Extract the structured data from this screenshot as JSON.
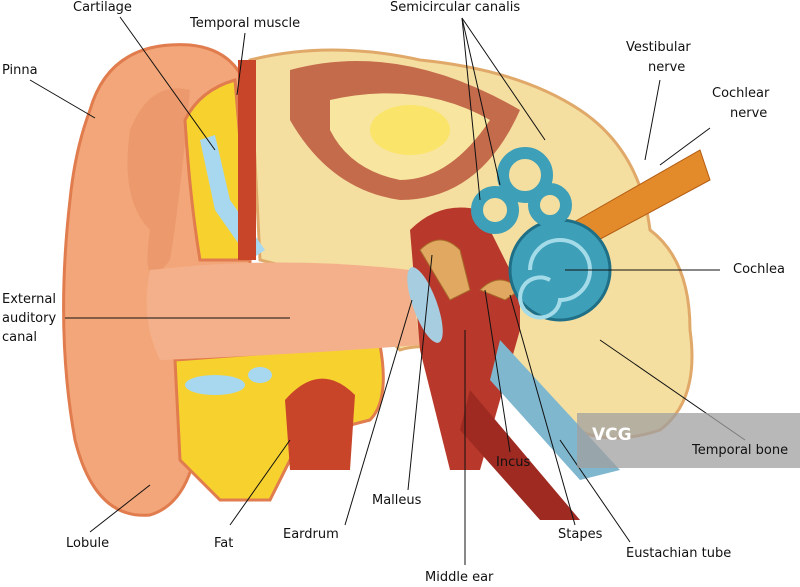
{
  "labels": {
    "cartilage": "Cartilage",
    "temporal_muscle": "Temporal muscle",
    "semicircular": "Semicircular canalis",
    "vestibular_1": "Vestibular",
    "vestibular_2": "nerve",
    "cochlear_1": "Cochlear",
    "cochlear_2": "nerve",
    "pinna": "Pinna",
    "cochlea": "Cochlea",
    "eac_1": "External",
    "eac_2": "auditory",
    "eac_3": "canal",
    "temporal_bone": "Temporal bone",
    "incus": "Incus",
    "malleus": "Malleus",
    "eardrum": "Eardrum",
    "stapes": "Stapes",
    "eustachian": "Eustachian tube",
    "lobule": "Lobule",
    "fat": "Fat",
    "middle_ear": "Middle ear"
  },
  "watermark": "VCG",
  "colors": {
    "skin": "#f2a679",
    "bone": "#f5dfa0",
    "fat": "#f7d22e",
    "cartilage": "#a7d8ef",
    "inner_ear": "#3d9fb8",
    "muscle": "#c9452a"
  }
}
